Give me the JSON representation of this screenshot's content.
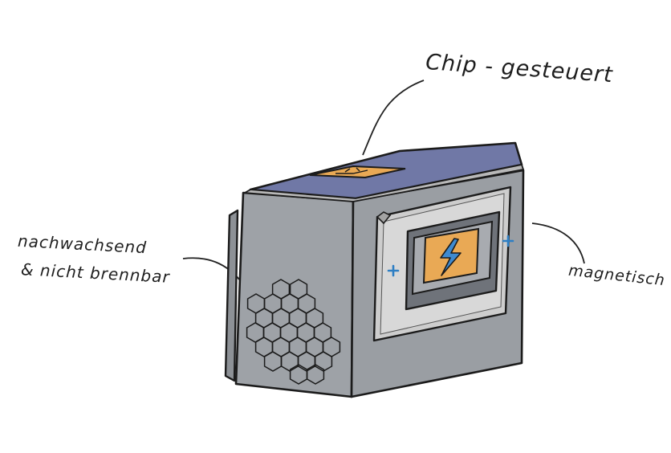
{
  "annotations": {
    "chip": "Chip - gesteuert",
    "renewable_line1": "nachwachsend",
    "renewable_line2": "& nicht brennbar",
    "magnetic": "magnetisch"
  },
  "icons": {
    "battery": "lightning-bolt-icon",
    "chip": "circuit-chip-icon",
    "plus_left": "plus-icon",
    "plus_right": "plus-icon",
    "texture": "honeycomb-pattern"
  },
  "colors": {
    "body_gray": "#9ea2a7",
    "front_silver": "#c9c9c9",
    "top_blue": "#7078a6",
    "chip_orange": "#e9a955",
    "bolt_blue": "#3e8ad0",
    "plus_blue": "#2e7fc4",
    "outline": "#1b1b1b"
  }
}
